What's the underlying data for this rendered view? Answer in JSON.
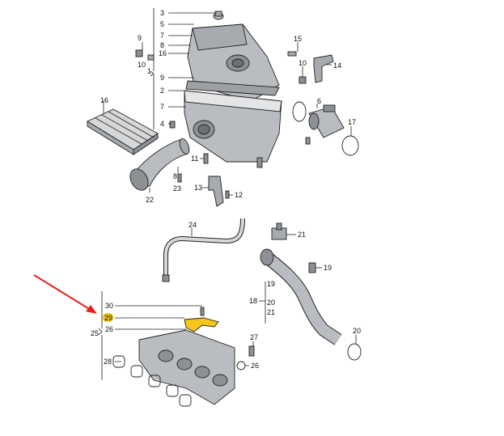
{
  "labels": {
    "l3": "3",
    "l5": "5",
    "l7": "7",
    "l8": "8",
    "l16a": "16",
    "l9": "9",
    "l1": "1",
    "l2": "2",
    "l4": "4",
    "l16b": "16",
    "l15": "15",
    "l10": "10",
    "l14": "14",
    "l6": "6",
    "l17": "17",
    "l11": "11",
    "l23": "23",
    "l13": "13",
    "l12": "12",
    "l22": "22",
    "l24": "24",
    "l21": "21",
    "l19": "19",
    "l18": "18",
    "l20a": "20",
    "l21b": "21",
    "l20b": "20",
    "l30": "30",
    "l29": "29",
    "l26a": "26",
    "l25": "25",
    "l27": "27",
    "l26b": "26",
    "l28": "28"
  },
  "colors": {
    "highlight": "#f5c518",
    "arrow": "#e8201c",
    "part_fill": "#b9bcc0",
    "part_dark": "#8d9196"
  }
}
